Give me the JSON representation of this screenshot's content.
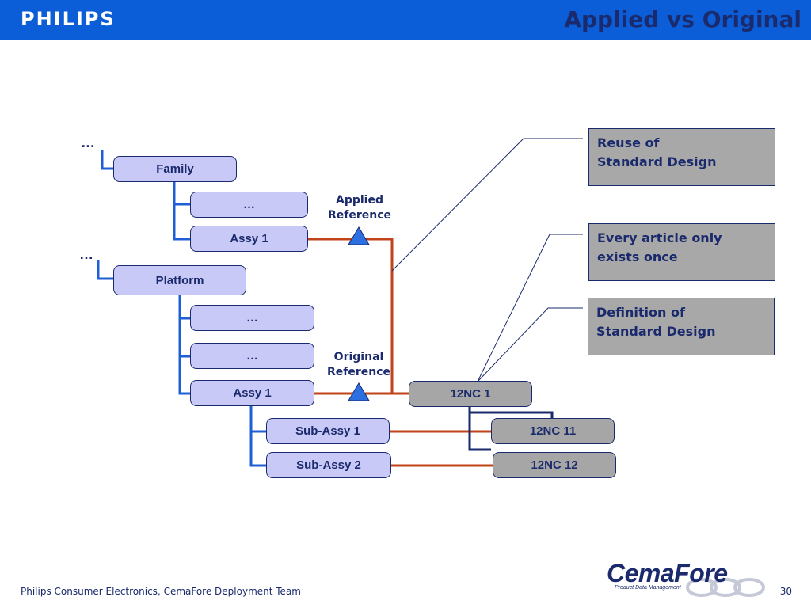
{
  "header": {
    "brand": "PHILIPS",
    "title": "Applied vs Original"
  },
  "diagram": {
    "ellipsis_top": "…",
    "ellipsis_mid": "…",
    "nodes": {
      "family": "Family",
      "family_ellipsis": "…",
      "family_assy": "Assy 1",
      "platform": "Platform",
      "platform_ellipsis_1": "…",
      "platform_ellipsis_2": "…",
      "platform_assy": "Assy 1",
      "sub_assy_1": "Sub-Assy 1",
      "sub_assy_2": "Sub-Assy 2",
      "nc_1": "12NC 1",
      "nc_11": "12NC 11",
      "nc_12": "12NC 12"
    },
    "applied_reference": [
      "Applied",
      "Reference"
    ],
    "original_reference": [
      "Original",
      "Reference"
    ],
    "notes": {
      "reuse": [
        "Reuse of",
        "Standard Design"
      ],
      "every_article": [
        "Every article only",
        "exists once"
      ],
      "definition": [
        "Definition of",
        "Standard Design"
      ]
    },
    "colors": {
      "tree_line": "#1f5fd6",
      "reference_line": "#c0431a",
      "triangle": "#2b6fe0",
      "dark_line": "#1a2a6c",
      "node_fill": "#c9c9f7",
      "gray_fill": "#a6a6a6"
    }
  },
  "footer": {
    "text": "Philips Consumer Electronics, CemaFore Deployment Team",
    "page_number": "30",
    "logo_word_1": "Cema",
    "logo_word_2": "Fore",
    "logo_sub": "Product Data Management"
  }
}
